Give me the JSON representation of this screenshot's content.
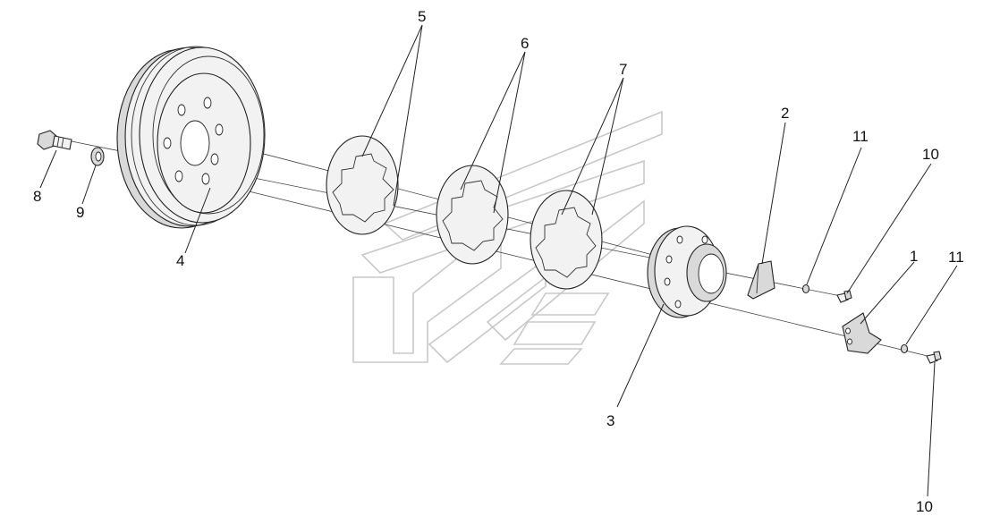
{
  "callouts": {
    "c1": "1",
    "c2": "2",
    "c3": "3",
    "c4": "4",
    "c5": "5",
    "c6": "6",
    "c7": "7",
    "c8": "8",
    "c9": "9",
    "c10a": "10",
    "c10b": "10",
    "c11a": "11",
    "c11b": "11"
  }
}
